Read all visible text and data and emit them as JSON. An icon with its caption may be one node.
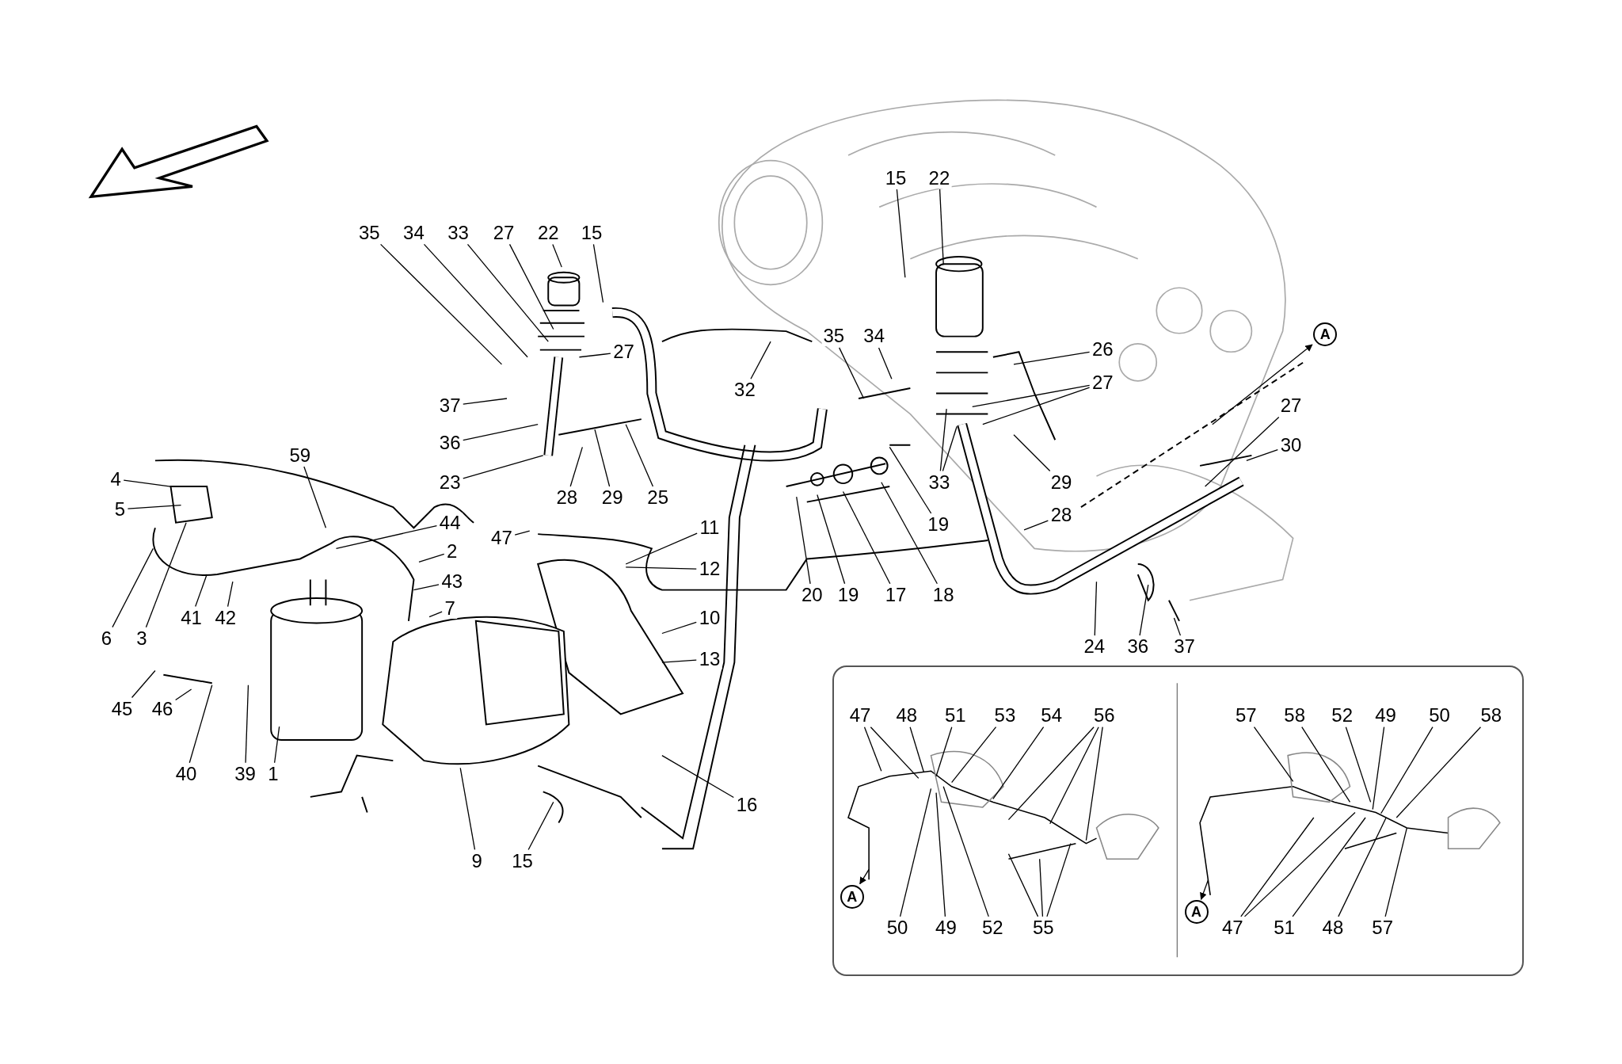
{
  "diagram": {
    "nodes": [
      {
        "text": [
          "35"
        ]
      },
      {
        "text": [
          "34"
        ]
      },
      {
        "text": [
          "33"
        ]
      },
      {
        "text": [
          "27"
        ]
      },
      {
        "text": [
          "22"
        ]
      },
      {
        "text": [
          "15"
        ]
      },
      {
        "text": [
          "15"
        ]
      },
      {
        "text": [
          "22"
        ]
      },
      {
        "text": [
          "27"
        ]
      },
      {
        "text": [
          "35"
        ]
      },
      {
        "text": [
          "34"
        ]
      },
      {
        "text": [
          "32"
        ]
      },
      {
        "text": [
          "26"
        ]
      },
      {
        "text": [
          "27"
        ]
      },
      {
        "text": [
          "A"
        ]
      },
      {
        "text": [
          "37"
        ]
      },
      {
        "text": [
          "36"
        ]
      },
      {
        "text": [
          "27"
        ]
      },
      {
        "text": [
          "30"
        ]
      },
      {
        "text": [
          "23"
        ]
      },
      {
        "text": [
          "28"
        ]
      },
      {
        "text": [
          "29"
        ]
      },
      {
        "text": [
          "25"
        ]
      },
      {
        "text": [
          "33"
        ]
      },
      {
        "text": [
          "29"
        ]
      },
      {
        "text": [
          "28"
        ]
      },
      {
        "text": [
          "19"
        ]
      },
      {
        "text": [
          "4"
        ]
      },
      {
        "text": [
          "5"
        ]
      },
      {
        "text": [
          "59"
        ]
      },
      {
        "text": [
          "44"
        ]
      },
      {
        "text": [
          "47"
        ]
      },
      {
        "text": [
          "11"
        ]
      },
      {
        "text": [
          "2"
        ]
      },
      {
        "text": [
          "12"
        ]
      },
      {
        "text": [
          "43"
        ]
      },
      {
        "text": [
          "20"
        ]
      },
      {
        "text": [
          "19"
        ]
      },
      {
        "text": [
          "17"
        ]
      },
      {
        "text": [
          "18"
        ]
      },
      {
        "text": [
          "7"
        ]
      },
      {
        "text": [
          "10"
        ]
      },
      {
        "text": [
          "41"
        ]
      },
      {
        "text": [
          "42"
        ]
      },
      {
        "text": [
          "6"
        ]
      },
      {
        "text": [
          "3"
        ]
      },
      {
        "text": [
          "24"
        ]
      },
      {
        "text": [
          "36"
        ]
      },
      {
        "text": [
          "37"
        ]
      },
      {
        "text": [
          "13"
        ]
      },
      {
        "text": [
          "45"
        ]
      },
      {
        "text": [
          "46"
        ]
      },
      {
        "text": [
          "40"
        ]
      },
      {
        "text": [
          "39"
        ]
      },
      {
        "text": [
          "1"
        ]
      },
      {
        "text": [
          "16"
        ]
      },
      {
        "text": [
          "9"
        ]
      },
      {
        "text": [
          "15"
        ]
      },
      {
        "text": [],
        "shape": "box"
      },
      {
        "text": [
          "47"
        ],
        "in": 58
      },
      {
        "text": [
          "48"
        ],
        "in": 58
      },
      {
        "text": [
          "51"
        ],
        "in": 58
      },
      {
        "text": [
          "53"
        ],
        "in": 58
      },
      {
        "text": [
          "54"
        ],
        "in": 58
      },
      {
        "text": [
          "56"
        ],
        "in": 58
      },
      {
        "text": [
          "57"
        ],
        "in": 58
      },
      {
        "text": [
          "58"
        ],
        "in": 58
      },
      {
        "text": [
          "52"
        ],
        "in": 58
      },
      {
        "text": [
          "49"
        ],
        "in": 58
      },
      {
        "text": [
          "50"
        ],
        "in": 58
      },
      {
        "text": [
          "58"
        ],
        "in": 58
      },
      {
        "text": [
          "A"
        ],
        "in": 58
      },
      {
        "text": [
          "A"
        ],
        "in": 58
      },
      {
        "text": [
          "50"
        ],
        "in": 58
      },
      {
        "text": [
          "49"
        ],
        "in": 58
      },
      {
        "text": [
          "52"
        ],
        "in": 58
      },
      {
        "text": [
          "55"
        ],
        "in": 58
      },
      {
        "text": [
          "47"
        ],
        "in": 58
      },
      {
        "text": [
          "51"
        ],
        "in": 58
      },
      {
        "text": [
          "48"
        ],
        "in": 58
      },
      {
        "text": [
          "57"
        ],
        "in": 58
      }
    ],
    "edges": [
      {
        "from": 0,
        "to": null,
        "arrow": "none"
      },
      {
        "from": 1,
        "to": null,
        "arrow": "none"
      },
      {
        "from": 2,
        "to": null,
        "arrow": "none"
      },
      {
        "from": 3,
        "to": null,
        "arrow": "none"
      },
      {
        "from": 4,
        "to": null,
        "arrow": "none"
      },
      {
        "from": 5,
        "to": null,
        "arrow": "none"
      },
      {
        "from": 6,
        "to": null,
        "arrow": "none"
      },
      {
        "from": 7,
        "to": null,
        "arrow": "none"
      },
      {
        "from": 8,
        "to": null,
        "arrow": "none"
      },
      {
        "from": 9,
        "to": null,
        "arrow": "none"
      },
      {
        "from": 10,
        "to": null,
        "arrow": "none"
      },
      {
        "from": 11,
        "to": null,
        "arrow": "none"
      },
      {
        "from": 12,
        "to": null,
        "arrow": "none"
      },
      {
        "from": 13,
        "to": null,
        "arrow": "none"
      },
      {
        "from": 13,
        "to": null,
        "arrow": "none"
      },
      {
        "from": null,
        "to": 14,
        "arrow": "to"
      },
      {
        "from": 15,
        "to": null,
        "arrow": "none"
      },
      {
        "from": 16,
        "to": null,
        "arrow": "none"
      },
      {
        "from": 17,
        "to": null,
        "arrow": "none"
      },
      {
        "from": 18,
        "to": null,
        "arrow": "none"
      },
      {
        "from": 19,
        "to": null,
        "arrow": "none"
      },
      {
        "from": 20,
        "to": null,
        "arrow": "none"
      },
      {
        "from": 21,
        "to": null,
        "arrow": "none"
      },
      {
        "from": 22,
        "to": null,
        "arrow": "none"
      },
      {
        "from": 23,
        "to": null,
        "arrow": "none"
      },
      {
        "from": 23,
        "to": null,
        "arrow": "none"
      },
      {
        "from": 24,
        "to": null,
        "arrow": "none"
      },
      {
        "from": 25,
        "to": null,
        "arrow": "none"
      },
      {
        "from": 26,
        "to": null,
        "arrow": "none"
      },
      {
        "from": 27,
        "to": null,
        "arrow": "none"
      },
      {
        "from": 28,
        "to": null,
        "arrow": "none"
      },
      {
        "from": 29,
        "to": null,
        "arrow": "none"
      },
      {
        "from": 30,
        "to": null,
        "arrow": "none"
      },
      {
        "from": 31,
        "to": null,
        "arrow": "none"
      },
      {
        "from": 32,
        "to": null,
        "arrow": "none"
      },
      {
        "from": 33,
        "to": null,
        "arrow": "none"
      },
      {
        "from": 34,
        "to": null,
        "arrow": "none"
      },
      {
        "from": 35,
        "to": null,
        "arrow": "none"
      },
      {
        "from": 36,
        "to": null,
        "arrow": "none"
      },
      {
        "from": 37,
        "to": null,
        "arrow": "none"
      },
      {
        "from": 38,
        "to": null,
        "arrow": "none"
      },
      {
        "from": 39,
        "to": null,
        "arrow": "none"
      },
      {
        "from": 40,
        "to": null,
        "arrow": "none"
      },
      {
        "from": 41,
        "to": null,
        "arrow": "none"
      },
      {
        "from": 42,
        "to": null,
        "arrow": "none"
      },
      {
        "from": 43,
        "to": null,
        "arrow": "none"
      },
      {
        "from": 44,
        "to": null,
        "arrow": "none"
      },
      {
        "from": 45,
        "to": null,
        "arrow": "none"
      },
      {
        "from": 46,
        "to": null,
        "arrow": "none"
      },
      {
        "from": 47,
        "to": null,
        "arrow": "none"
      },
      {
        "from": 48,
        "to": null,
        "arrow": "none"
      },
      {
        "from": 49,
        "to": null,
        "arrow": "none"
      },
      {
        "from": 50,
        "to": null,
        "arrow": "none"
      },
      {
        "from": 51,
        "to": null,
        "arrow": "none"
      },
      {
        "from": 52,
        "to": null,
        "arrow": "none"
      },
      {
        "from": 53,
        "to": null,
        "arrow": "none"
      },
      {
        "from": 54,
        "to": null,
        "arrow": "none"
      },
      {
        "from": 55,
        "to": null,
        "arrow": "none"
      },
      {
        "from": 56,
        "to": null,
        "arrow": "none"
      },
      {
        "from": 57,
        "to": null,
        "arrow": "none"
      },
      {
        "from": 59,
        "to": null,
        "arrow": "none"
      },
      {
        "from": 59,
        "to": null,
        "arrow": "none"
      },
      {
        "from": 60,
        "to": null,
        "arrow": "none"
      },
      {
        "from": 61,
        "to": null,
        "arrow": "none"
      },
      {
        "from": 62,
        "to": null,
        "arrow": "none"
      },
      {
        "from": 63,
        "to": null,
        "arrow": "none"
      },
      {
        "from": 64,
        "to": null,
        "arrow": "none"
      },
      {
        "from": 64,
        "to": null,
        "arrow": "none"
      },
      {
        "from": 64,
        "to": null,
        "arrow": "none"
      },
      {
        "from": 65,
        "to": null,
        "arrow": "none"
      },
      {
        "from": 66,
        "to": null,
        "arrow": "none"
      },
      {
        "from": 67,
        "to": null,
        "arrow": "none"
      },
      {
        "from": 68,
        "to": null,
        "arrow": "none"
      },
      {
        "from": 69,
        "to": null,
        "arrow": "none"
      },
      {
        "from": 70,
        "to": null,
        "arrow": "none"
      },
      {
        "from": null,
        "to": 71,
        "arrow": "to"
      },
      {
        "from": null,
        "to": 72,
        "arrow": "to"
      },
      {
        "from": 73,
        "to": null,
        "arrow": "none"
      },
      {
        "from": 74,
        "to": null,
        "arrow": "none"
      },
      {
        "from": 75,
        "to": null,
        "arrow": "none"
      },
      {
        "from": 76,
        "to": null,
        "arrow": "none"
      },
      {
        "from": 76,
        "to": null,
        "arrow": "none"
      },
      {
        "from": 76,
        "to": null,
        "arrow": "none"
      },
      {
        "from": 77,
        "to": null,
        "arrow": "none"
      },
      {
        "from": 77,
        "to": null,
        "arrow": "none"
      },
      {
        "from": 78,
        "to": null,
        "arrow": "none"
      },
      {
        "from": 79,
        "to": null,
        "arrow": "none"
      },
      {
        "from": 80,
        "to": null,
        "arrow": "none"
      }
    ]
  }
}
